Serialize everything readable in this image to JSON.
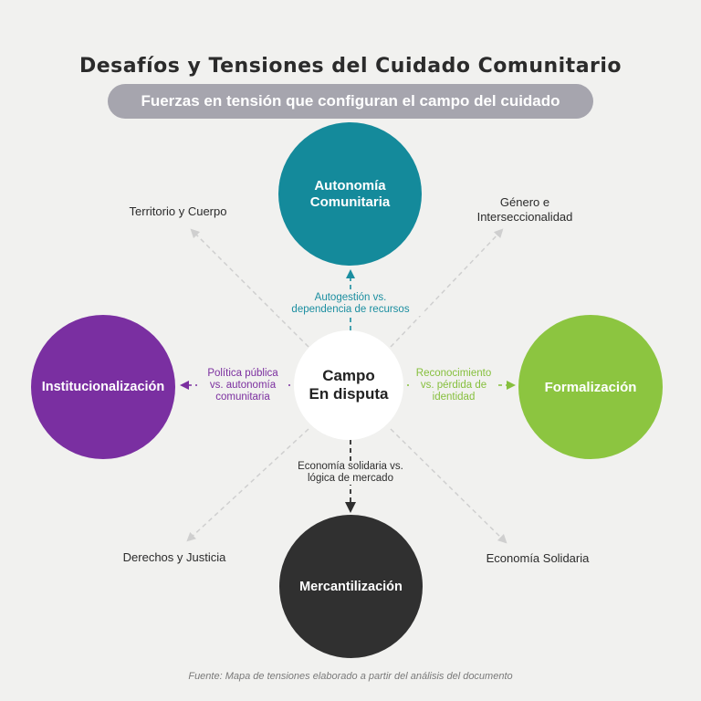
{
  "title": "Desafíos y Tensiones del Cuidado Comunitario",
  "subtitle": "Fuerzas en tensión que configuran el campo del cuidado",
  "center": {
    "label": "Campo\nEn disputa"
  },
  "nodes": {
    "top": {
      "label": "Autonomía\nComunitaria",
      "color": "#148a9b"
    },
    "left": {
      "label": "Institucionalización",
      "color": "#7a2fa1"
    },
    "right": {
      "label": "Formalización",
      "color": "#8cc540"
    },
    "bottom": {
      "label": "Mercantilización",
      "color": "#303030"
    }
  },
  "tensions": {
    "top": {
      "label": "Autogestión vs.\ndependencia de recursos",
      "color": "#1b8ea0"
    },
    "left": {
      "label": "Política pública\nvs. autonomía\ncomunitaria",
      "color": "#7b2f9f"
    },
    "right": {
      "label": "Reconocimiento\nvs. pérdida de\nidentidad",
      "color": "#86bf3d"
    },
    "bottom": {
      "label": "Economía solidaria vs.\nlógica de mercado",
      "color": "#2e2e2e"
    }
  },
  "peripheral": {
    "top_left": "Territorio y Cuerpo",
    "top_right": "Género e\nInterseccionalidad",
    "bottom_left": "Derechos y Justicia",
    "bottom_right": "Economía Solidaria"
  },
  "source": "Fuente: Mapa de tensiones elaborado a partir del análisis del documento"
}
